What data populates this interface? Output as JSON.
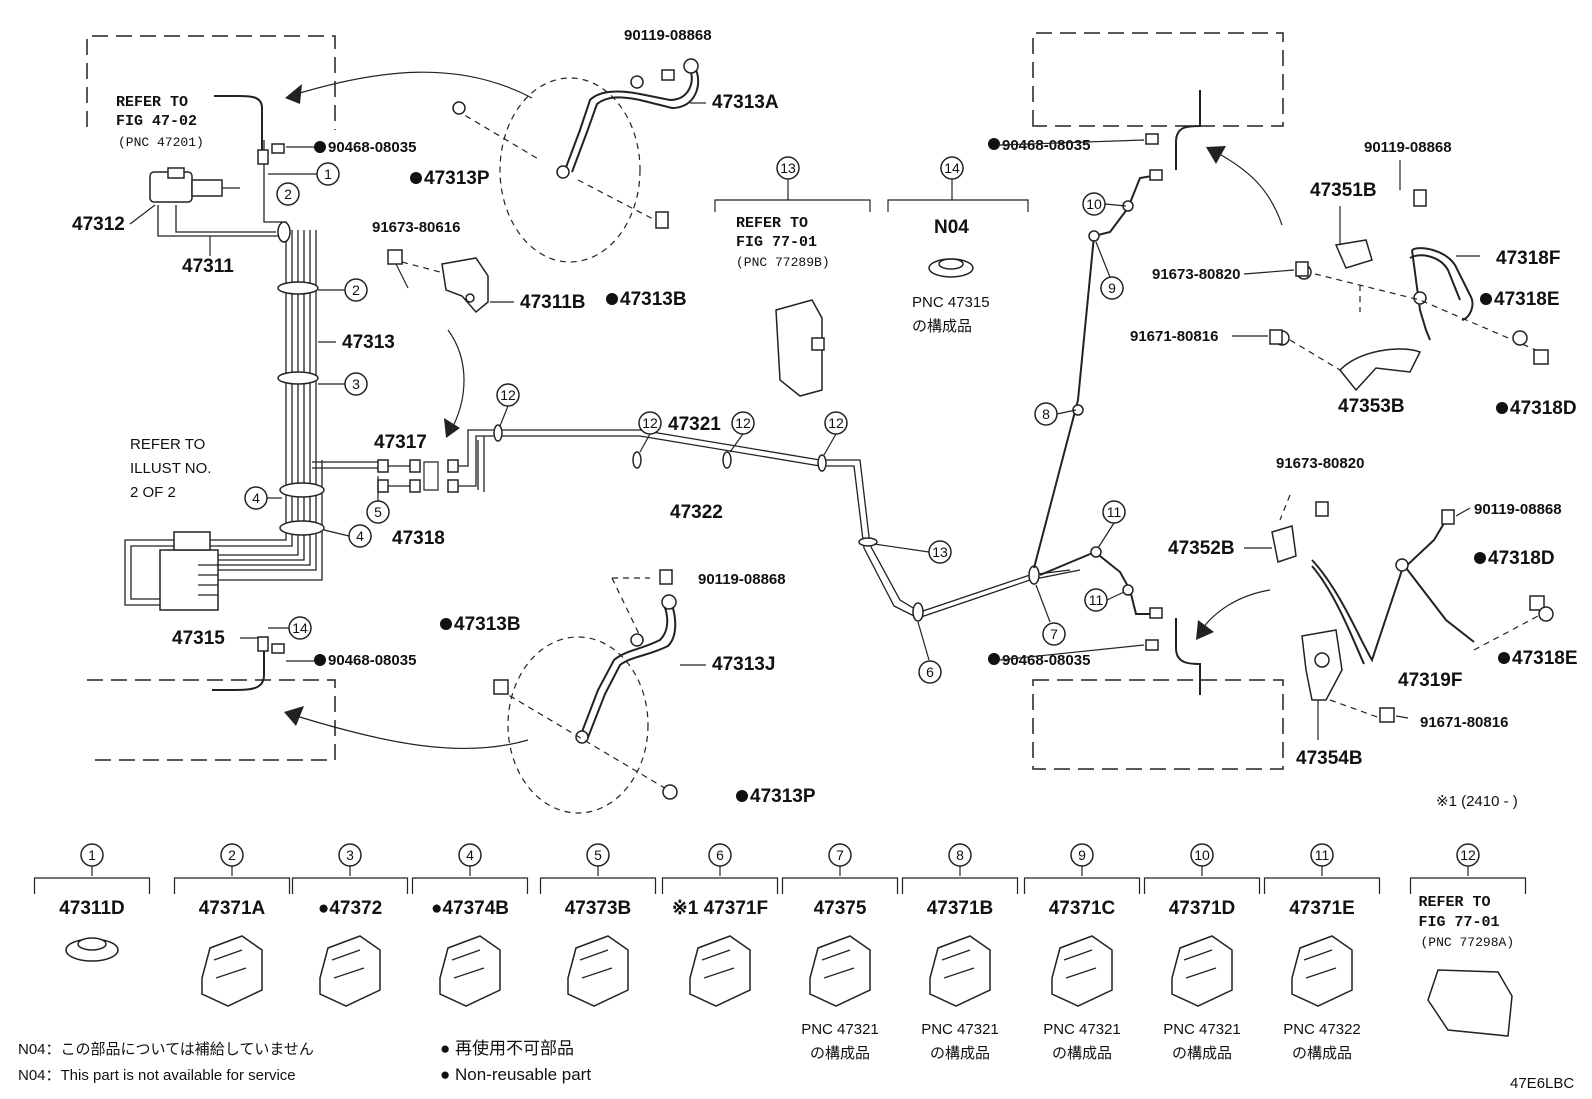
{
  "diagram_id": "47E6LBC",
  "labels": {
    "refer_fig_47_02": [
      "REFER TO",
      "FIG 47-02",
      "(PNC 47201)"
    ],
    "refer_fig_77_01_a": [
      "REFER TO",
      "FIG 77-01",
      "(PNC 77289B)"
    ],
    "refer_fig_77_01_b": [
      "REFER TO",
      "FIG 77-01",
      "(PNC 77298A)"
    ],
    "refer_illust": [
      "REFER TO",
      "ILLUST NO.",
      "2 OF 2"
    ],
    "n04_block": {
      "title": "N04",
      "note": [
        "PNC 47315",
        "の構成品"
      ]
    },
    "part_47313A": "47313A",
    "part_47313P_top": "47313P",
    "part_47313B_top": "47313B",
    "part_47313J": "47313J",
    "part_47313B_bot": "47313B",
    "part_47313P_bot": "47313P",
    "part_47312": "47312",
    "part_47311": "47311",
    "part_47311B": "47311B",
    "part_47313": "47313",
    "part_47317": "47317",
    "part_47318": "47318",
    "part_47315": "47315",
    "part_47321": "47321",
    "part_47322": "47322",
    "part_47351B": "47351B",
    "part_47318F": "47318F",
    "part_47318E_top": "47318E",
    "part_47318D_top": "47318D",
    "part_47353B": "47353B",
    "part_47352B": "47352B",
    "part_47318D_bot": "47318D",
    "part_47318E_bot": "47318E",
    "part_47319F": "47319F",
    "part_47354B": "47354B",
    "bolt_90119_a": "90119-08868",
    "bolt_90119_b": "90119-08868",
    "bolt_90119_c": "90119-08868",
    "bolt_90119_d": "90119-08868",
    "bolt_90468_a": "90468-08035",
    "bolt_90468_b": "90468-08035",
    "bolt_90468_c": "90468-08035",
    "bolt_90468_d": "90468-08035",
    "bolt_91673_80616": "91673-80616",
    "bolt_91673_80820_a": "91673-80820",
    "bolt_91673_80820_b": "91673-80820",
    "bolt_91671_80816_a": "91671-80816",
    "bolt_91671_80816_b": "91671-80816",
    "date_note": "※1 (2410 -     )"
  },
  "callout_numbers": [
    "1",
    "2",
    "3",
    "4",
    "5",
    "6",
    "7",
    "8",
    "9",
    "10",
    "11",
    "12",
    "13",
    "14"
  ],
  "legend_parts": [
    {
      "num": "1",
      "code": "47311D",
      "note": ""
    },
    {
      "num": "2",
      "code": "47371A",
      "note": ""
    },
    {
      "num": "3",
      "code": "●47372",
      "note": ""
    },
    {
      "num": "4",
      "code": "●47374B",
      "note": ""
    },
    {
      "num": "5",
      "code": "47373B",
      "note": ""
    },
    {
      "num": "6",
      "code": "※1 47371F",
      "note": ""
    },
    {
      "num": "7",
      "code": "47375",
      "note": "PNC 47321\nの構成品"
    },
    {
      "num": "8",
      "code": "47371B",
      "note": "PNC 47321\nの構成品"
    },
    {
      "num": "9",
      "code": "47371C",
      "note": "PNC 47321\nの構成品"
    },
    {
      "num": "10",
      "code": "47371D",
      "note": "PNC 47321\nの構成品"
    },
    {
      "num": "11",
      "code": "47371E",
      "note": "PNC 47322\nの構成品"
    },
    {
      "num": "12",
      "code": "REFER TO",
      "note": ""
    }
  ],
  "footnotes": {
    "n04_jp": "N04：この部品については補給していません",
    "n04_en": "N04：This part is not available for service",
    "nonreuse_jp": "● 再使用不可部品",
    "nonreuse_en": "● Non-reusable part"
  }
}
